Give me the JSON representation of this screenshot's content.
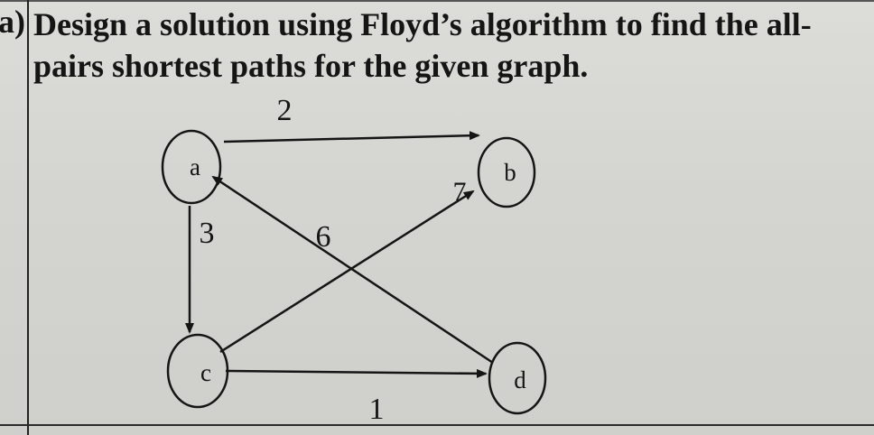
{
  "question": {
    "label": "a)",
    "line1": "Design a solution using Floyd’s algorithm to find the all-",
    "line2": "pairs shortest paths for the given graph."
  },
  "graph": {
    "nodes": [
      {
        "id": "a",
        "label": "a"
      },
      {
        "id": "b",
        "label": "b"
      },
      {
        "id": "c",
        "label": "c"
      },
      {
        "id": "d",
        "label": "d"
      }
    ],
    "edges": [
      {
        "id": "a-b",
        "from": "a",
        "to": "b",
        "weight": "2"
      },
      {
        "id": "a-c",
        "from": "a",
        "to": "c",
        "weight": "3"
      },
      {
        "id": "d-a",
        "from": "d",
        "to": "a",
        "weight": "6"
      },
      {
        "id": "c-b",
        "from": "c",
        "to": "b",
        "weight": "7"
      },
      {
        "id": "c-d",
        "from": "c",
        "to": "d",
        "weight": "1"
      }
    ]
  }
}
